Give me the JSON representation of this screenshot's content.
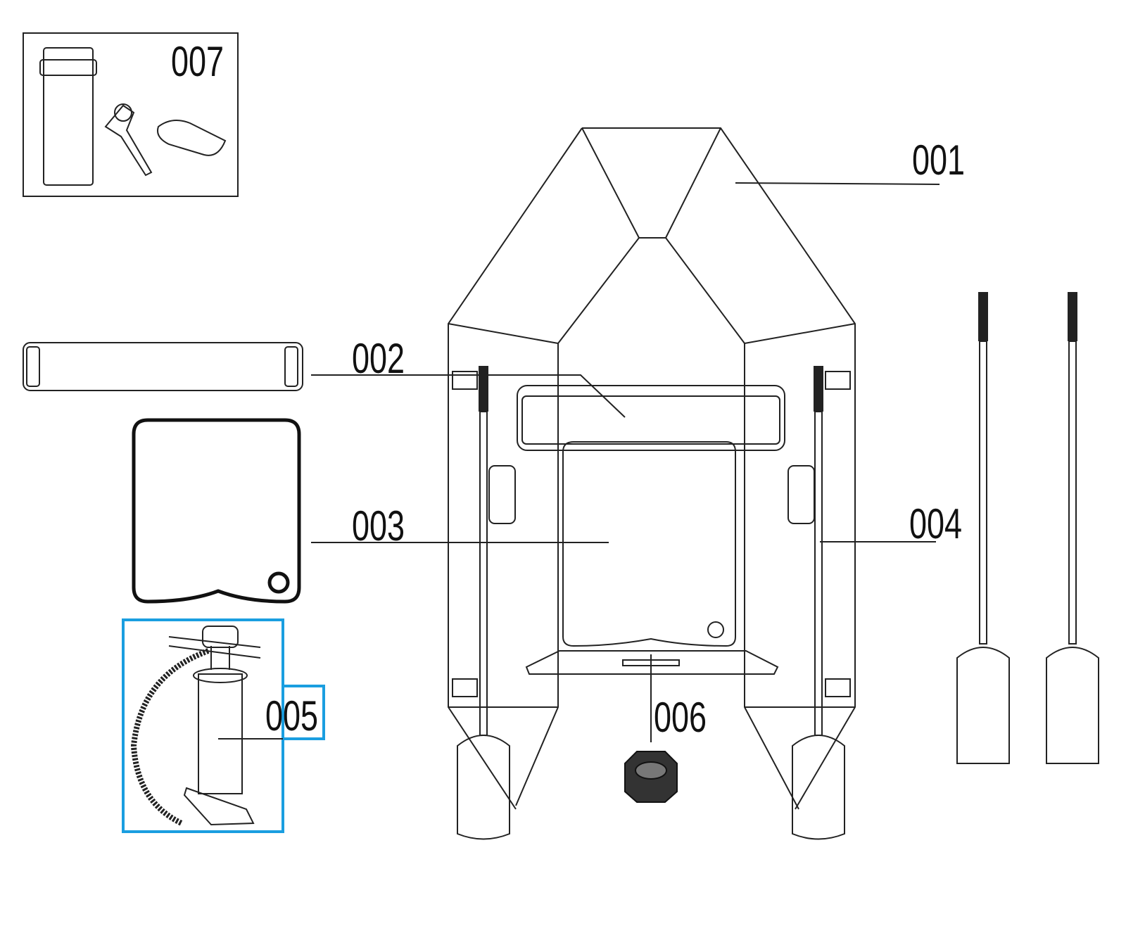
{
  "title": "Inflatable boat parts diagram",
  "highlight_color": "#1a9ee0",
  "parts": {
    "p001": {
      "number": "001",
      "name": "boat-hull"
    },
    "p002": {
      "number": "002",
      "name": "seat"
    },
    "p003": {
      "number": "003",
      "name": "floor"
    },
    "p004": {
      "number": "004",
      "name": "oars"
    },
    "p005": {
      "number": "005",
      "name": "hand-pump",
      "highlighted": true
    },
    "p006": {
      "number": "006",
      "name": "valve"
    },
    "p007": {
      "number": "007",
      "name": "repair-kit"
    }
  }
}
